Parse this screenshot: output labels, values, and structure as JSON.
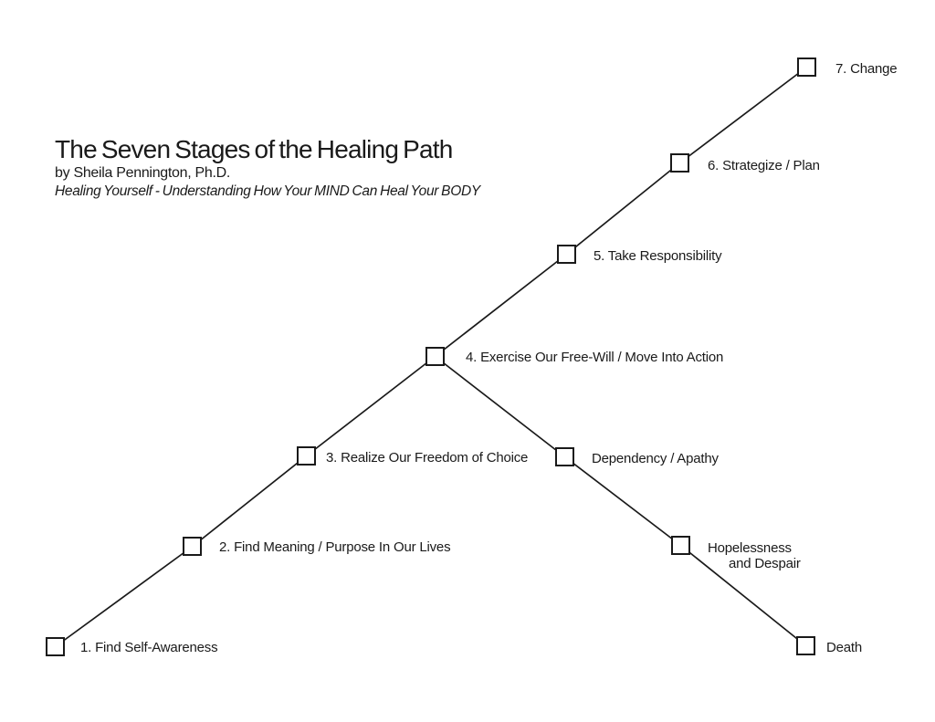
{
  "header": {
    "title": "The Seven Stages of the Healing Path",
    "author": "by Sheila Pennington, Ph.D.",
    "subtitle": "Healing Yourself - Understanding How Your MIND Can Heal Your BODY"
  },
  "ascending_stages": {
    "stage1": "1. Find Self-Awareness",
    "stage2": "2. Find Meaning / Purpose In Our Lives",
    "stage3": "3. Realize Our Freedom of Choice",
    "stage4": "4. Exercise Our Free-Will / Move Into Action",
    "stage5": "5. Take Responsibility",
    "stage6": "6. Strategize / Plan",
    "stage7": "7. Change"
  },
  "descending_stages": {
    "dependency": "Dependency / Apathy",
    "hopelessness_line1": "Hopelessness",
    "hopelessness_line2": "and Despair",
    "death": "Death"
  },
  "colors": {
    "background": "#ffffff",
    "line": "#1a1a1a",
    "text": "#1a1a1a",
    "node_fill": "#ffffff"
  }
}
